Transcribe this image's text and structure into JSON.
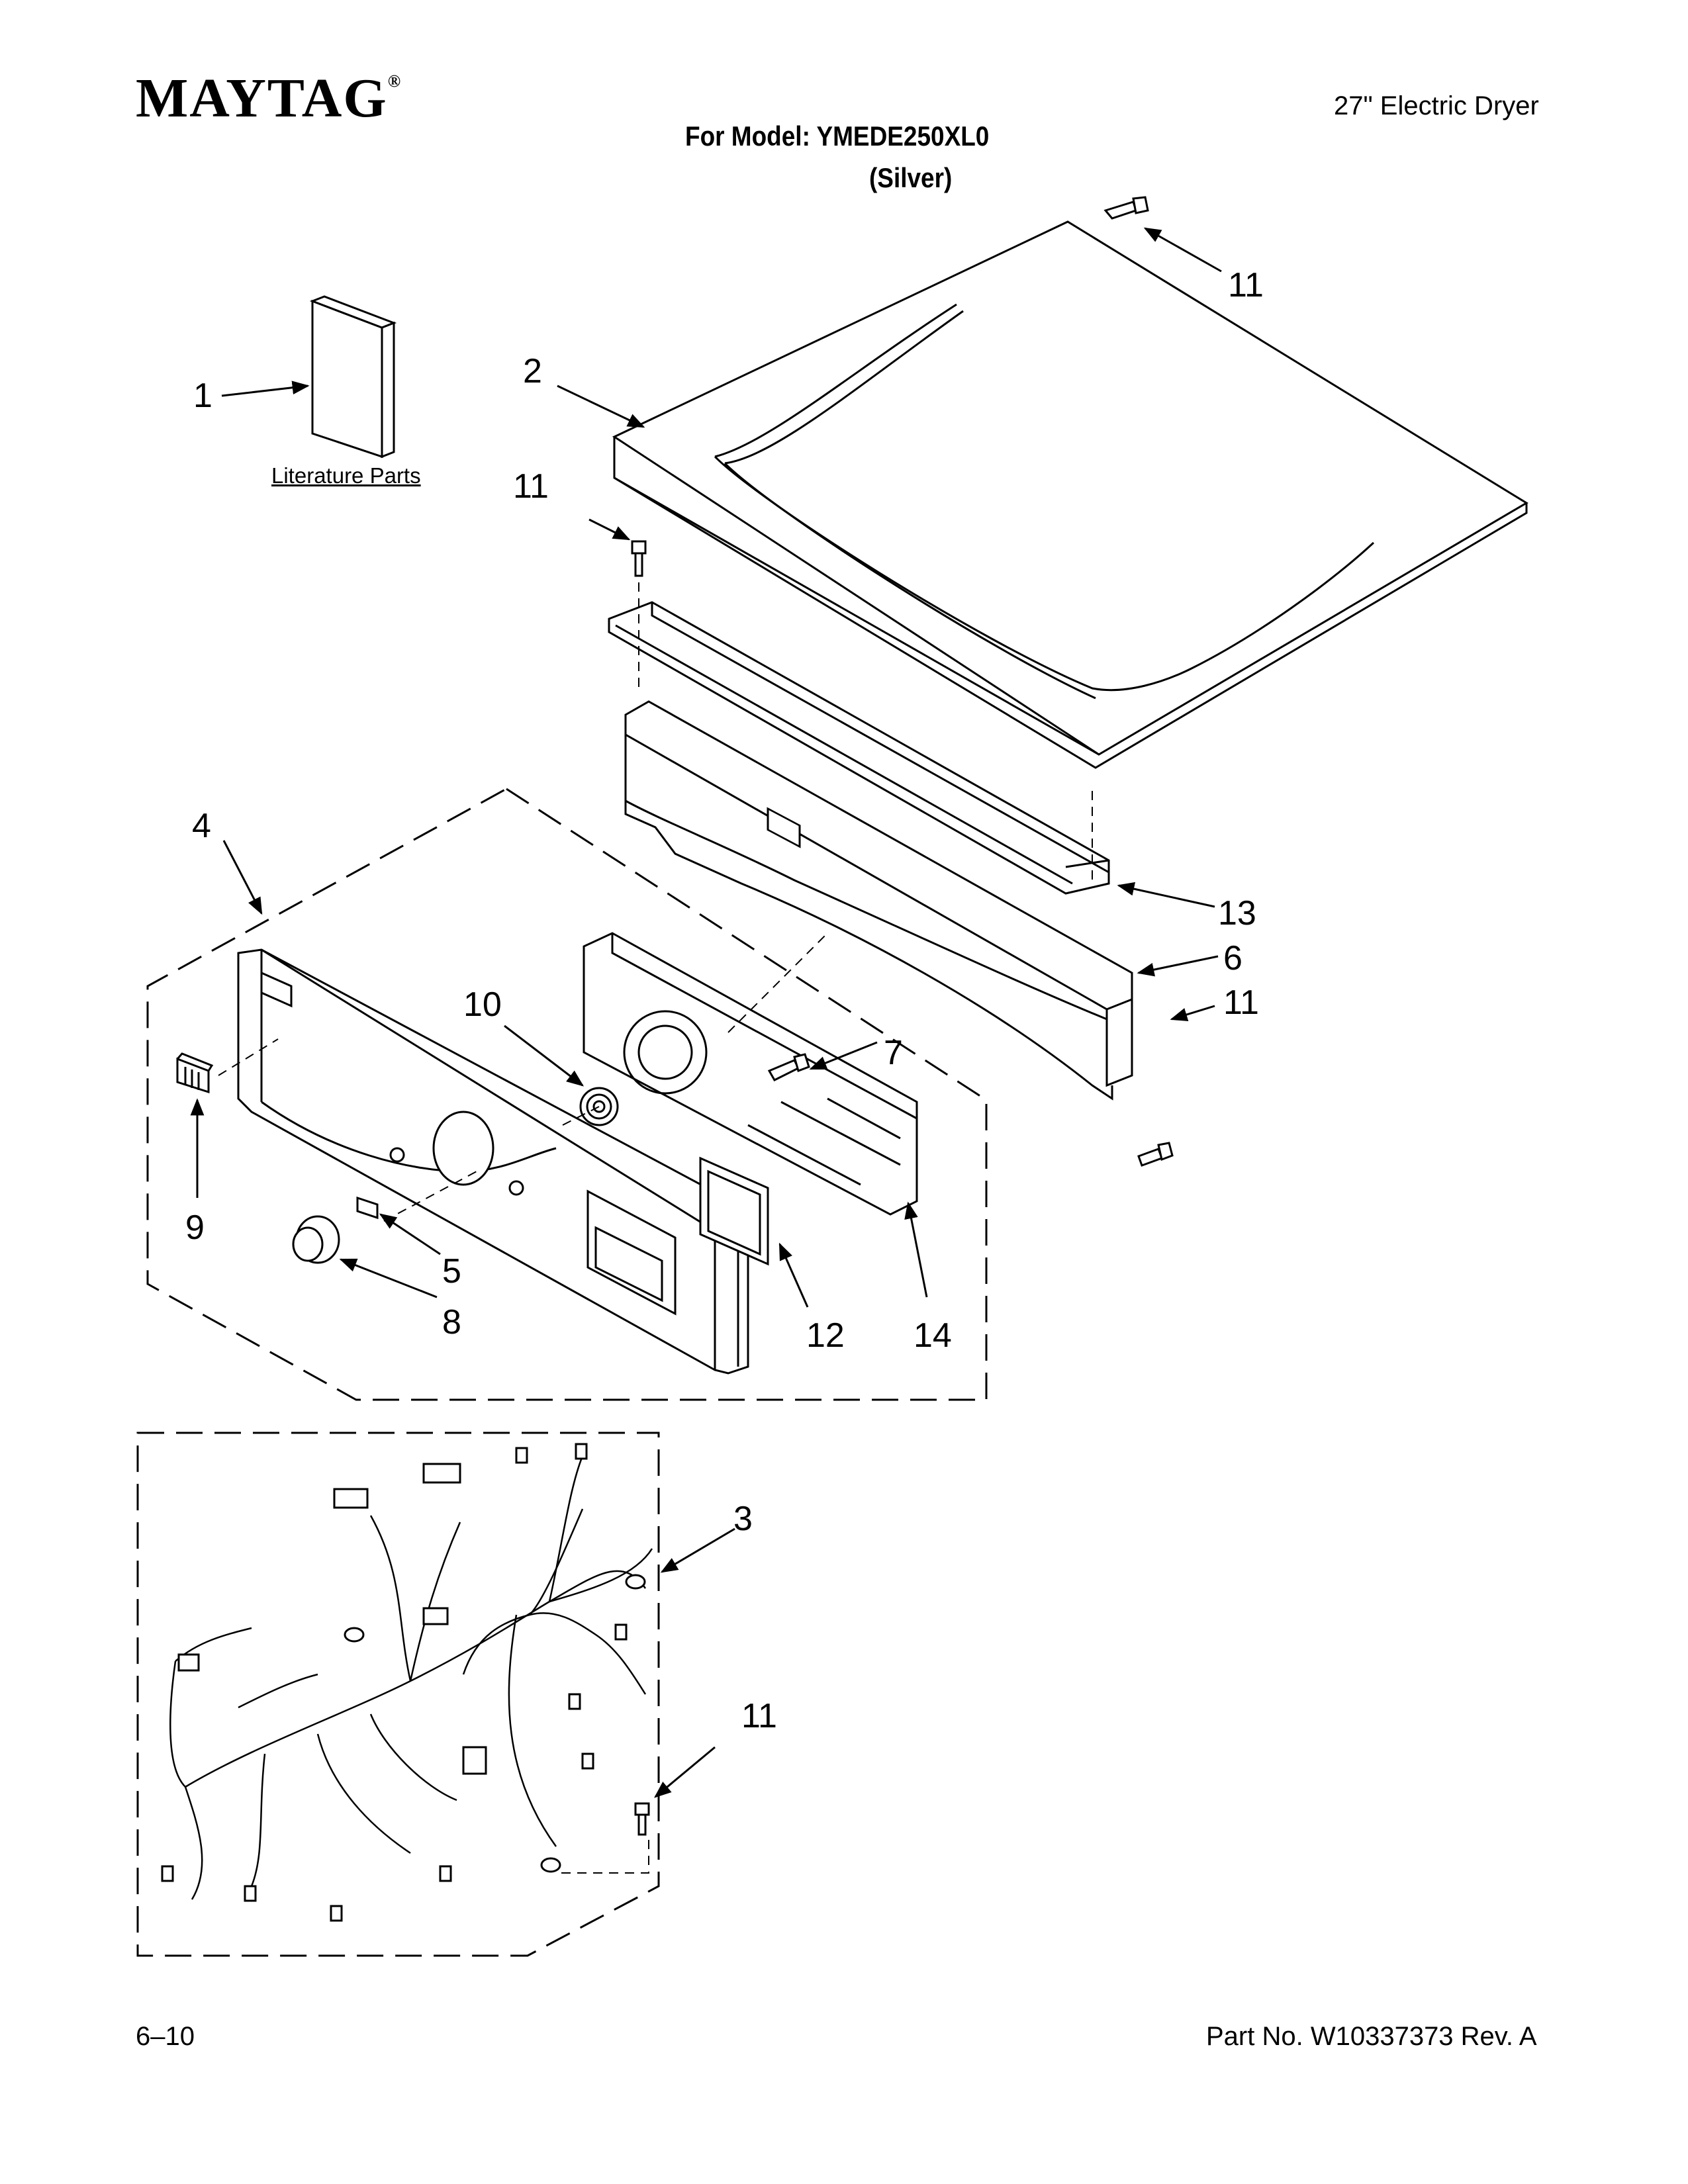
{
  "header": {
    "brand": "MAYTAG",
    "brand_mark": "®",
    "document_type": "27\" Electric Dryer",
    "model_line": "For Model: YMEDE250XL0",
    "color_line": "(Silver)"
  },
  "diagram": {
    "literature_label": "Literature Parts",
    "callouts": {
      "c1": "1",
      "c2": "2",
      "c3": "3",
      "c4": "4",
      "c5": "5",
      "c6": "6",
      "c7": "7",
      "c8": "8",
      "c9": "9",
      "c10": "10",
      "c11a": "11",
      "c11b": "11",
      "c11c": "11",
      "c11d": "11",
      "c12": "12",
      "c13": "13",
      "c14": "14"
    }
  },
  "footer": {
    "page_number": "6–10",
    "part_number": "Part No. W10337373 Rev. A"
  }
}
